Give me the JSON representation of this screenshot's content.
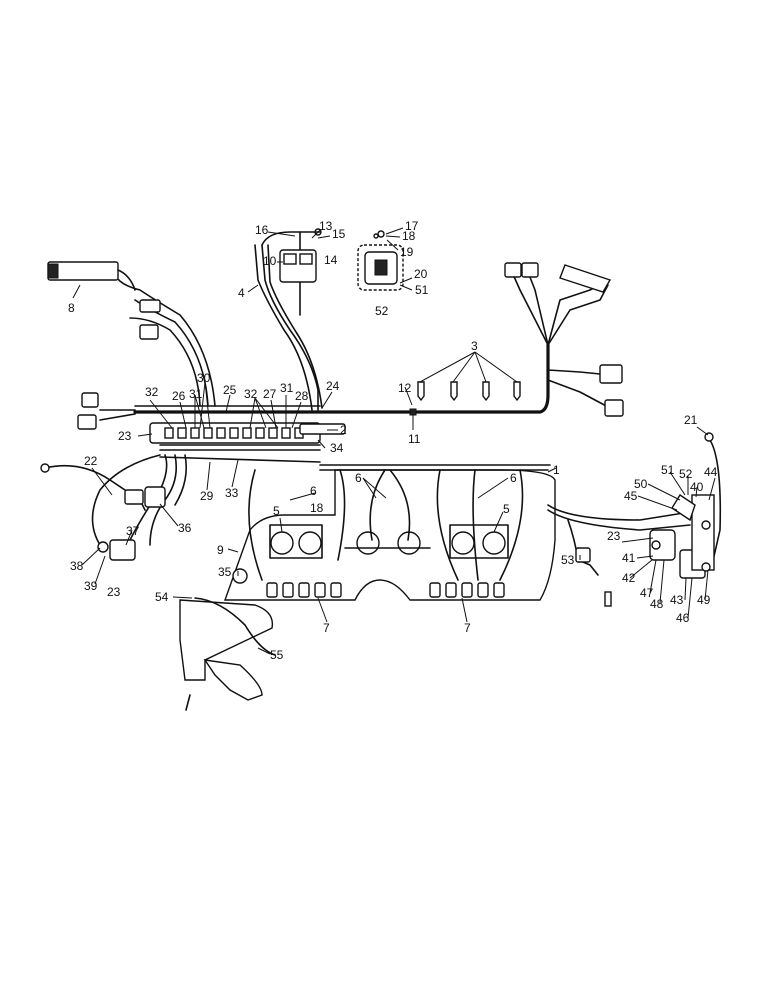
{
  "callouts": [
    {
      "id": "c1",
      "text": "1"
    },
    {
      "id": "c2",
      "text": "2"
    },
    {
      "id": "c3",
      "text": "3"
    },
    {
      "id": "c4",
      "text": "4"
    },
    {
      "id": "c5a",
      "text": "5"
    },
    {
      "id": "c5b",
      "text": "5"
    },
    {
      "id": "c6a",
      "text": "6"
    },
    {
      "id": "c6b",
      "text": "6"
    },
    {
      "id": "c6c",
      "text": "6"
    },
    {
      "id": "c7a",
      "text": "7"
    },
    {
      "id": "c7b",
      "text": "7"
    },
    {
      "id": "c8",
      "text": "8"
    },
    {
      "id": "c9",
      "text": "9"
    },
    {
      "id": "c10",
      "text": "10"
    },
    {
      "id": "c11",
      "text": "11"
    },
    {
      "id": "c12",
      "text": "12"
    },
    {
      "id": "c13",
      "text": "13"
    },
    {
      "id": "c14",
      "text": "14"
    },
    {
      "id": "c15",
      "text": "15"
    },
    {
      "id": "c16",
      "text": "16"
    },
    {
      "id": "c17",
      "text": "17"
    },
    {
      "id": "c18a",
      "text": "18"
    },
    {
      "id": "c18b",
      "text": "18"
    },
    {
      "id": "c19",
      "text": "19"
    },
    {
      "id": "c20",
      "text": "20"
    },
    {
      "id": "c21",
      "text": "21"
    },
    {
      "id": "c22",
      "text": "22"
    },
    {
      "id": "c23a",
      "text": "23"
    },
    {
      "id": "c23b",
      "text": "23"
    },
    {
      "id": "c23c",
      "text": "23"
    },
    {
      "id": "c24",
      "text": "24"
    },
    {
      "id": "c25",
      "text": "25"
    },
    {
      "id": "c26",
      "text": "26"
    },
    {
      "id": "c27",
      "text": "27"
    },
    {
      "id": "c28",
      "text": "28"
    },
    {
      "id": "c29",
      "text": "29"
    },
    {
      "id": "c30",
      "text": "30"
    },
    {
      "id": "c31a",
      "text": "31"
    },
    {
      "id": "c31b",
      "text": "31"
    },
    {
      "id": "c32a",
      "text": "32"
    },
    {
      "id": "c32b",
      "text": "32"
    },
    {
      "id": "c33",
      "text": "33"
    },
    {
      "id": "c34",
      "text": "34"
    },
    {
      "id": "c35",
      "text": "35"
    },
    {
      "id": "c36",
      "text": "36"
    },
    {
      "id": "c37",
      "text": "37"
    },
    {
      "id": "c38",
      "text": "38"
    },
    {
      "id": "c39",
      "text": "39"
    },
    {
      "id": "c40",
      "text": "40"
    },
    {
      "id": "c41",
      "text": "41"
    },
    {
      "id": "c42",
      "text": "42"
    },
    {
      "id": "c43",
      "text": "43"
    },
    {
      "id": "c44",
      "text": "44"
    },
    {
      "id": "c45",
      "text": "45"
    },
    {
      "id": "c46",
      "text": "46"
    },
    {
      "id": "c47",
      "text": "47"
    },
    {
      "id": "c48",
      "text": "48"
    },
    {
      "id": "c49",
      "text": "49"
    },
    {
      "id": "c50",
      "text": "50"
    },
    {
      "id": "c51a",
      "text": "51"
    },
    {
      "id": "c51b",
      "text": "51"
    },
    {
      "id": "c52a",
      "text": "52"
    },
    {
      "id": "c52b",
      "text": "52"
    },
    {
      "id": "c53",
      "text": "53"
    },
    {
      "id": "c54",
      "text": "54"
    },
    {
      "id": "c55",
      "text": "55"
    }
  ]
}
